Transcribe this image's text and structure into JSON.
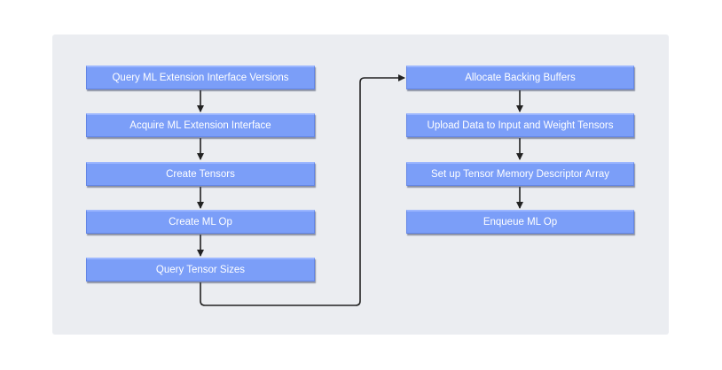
{
  "left_column": {
    "steps": [
      {
        "label": "Query ML Extension Interface Versions"
      },
      {
        "label": "Acquire ML Extension Interface"
      },
      {
        "label": "Create Tensors"
      },
      {
        "label": "Create ML Op"
      },
      {
        "label": "Query Tensor Sizes"
      }
    ]
  },
  "right_column": {
    "steps": [
      {
        "label": "Allocate Backing Buffers"
      },
      {
        "label": "Upload Data to Input and Weight Tensors"
      },
      {
        "label": "Set up Tensor Memory Descriptor Array"
      },
      {
        "label": "Enqueue ML Op"
      }
    ]
  },
  "colors": {
    "panel_background": "#ebedf1",
    "step_fill": "#7b9ef8",
    "step_text": "#ffffff",
    "connector": "#222222"
  }
}
